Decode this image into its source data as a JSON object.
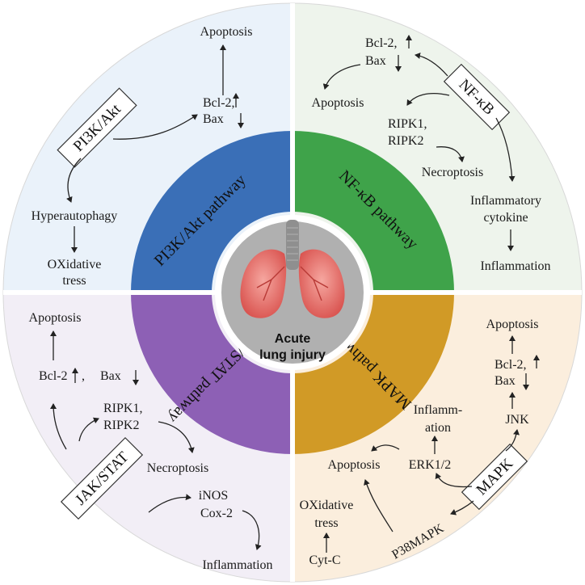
{
  "center": {
    "line1": "Acute",
    "line2": "lung injury"
  },
  "ring": {
    "pi3k": "PI3K/Akt pathway",
    "nfkb": "NF-κB pathway",
    "mapk": "MAPK pathway",
    "jak": "JAK/STAT pathway"
  },
  "colors": {
    "pi3k_band": "#3a6fb7",
    "nfkb_band": "#3fa34a",
    "mapk_band": "#d19a26",
    "jak_band": "#8d60b5",
    "pi3k_bg": "#eaf2fa",
    "nfkb_bg": "#eef4ec",
    "mapk_bg": "#fbeedd",
    "jak_bg": "#f2eef6"
  },
  "pi3k": {
    "box": "PI3K/Akt",
    "apoptosis": "Apoptosis",
    "bcl2": "Bcl-2,",
    "bax": "Bax",
    "hyperautophagy": "Hyperautophagy",
    "oxidative1": "OXidative",
    "oxidative2": "tress"
  },
  "nfkb": {
    "box": "NF-κB",
    "bcl2": "Bcl-2,",
    "bax": "Bax",
    "apoptosis": "Apoptosis",
    "ripk1": "RIPK1,",
    "ripk2": "RIPK2",
    "necroptosis": "Necroptosis",
    "cytokine1": "Inflammatory",
    "cytokine2": "cytokine",
    "inflammation": "Inflammation"
  },
  "jak": {
    "box": "JAK/STAT",
    "apoptosis": "Apoptosis",
    "bcl2": "Bcl-2",
    "comma": ",",
    "bax": "Bax",
    "ripk1": "RIPK1,",
    "ripk2": "RIPK2",
    "necroptosis": "Necroptosis",
    "inos": "iNOS",
    "cox2": "Cox-2",
    "inflammation": "Inflammation"
  },
  "mapk": {
    "box": "MAPK",
    "apoptosis_top": "Apoptosis",
    "bcl2": "Bcl-2,",
    "bax": "Bax",
    "jnk": "JNK",
    "inflamm1": "Inflamm-",
    "inflamm2": "ation",
    "erk": "ERK1/2",
    "apoptosis": "Apoptosis",
    "oxidative1": "OXidative",
    "oxidative2": "tress",
    "p38": "P38MAPK",
    "cytc": "Cyt-C"
  }
}
